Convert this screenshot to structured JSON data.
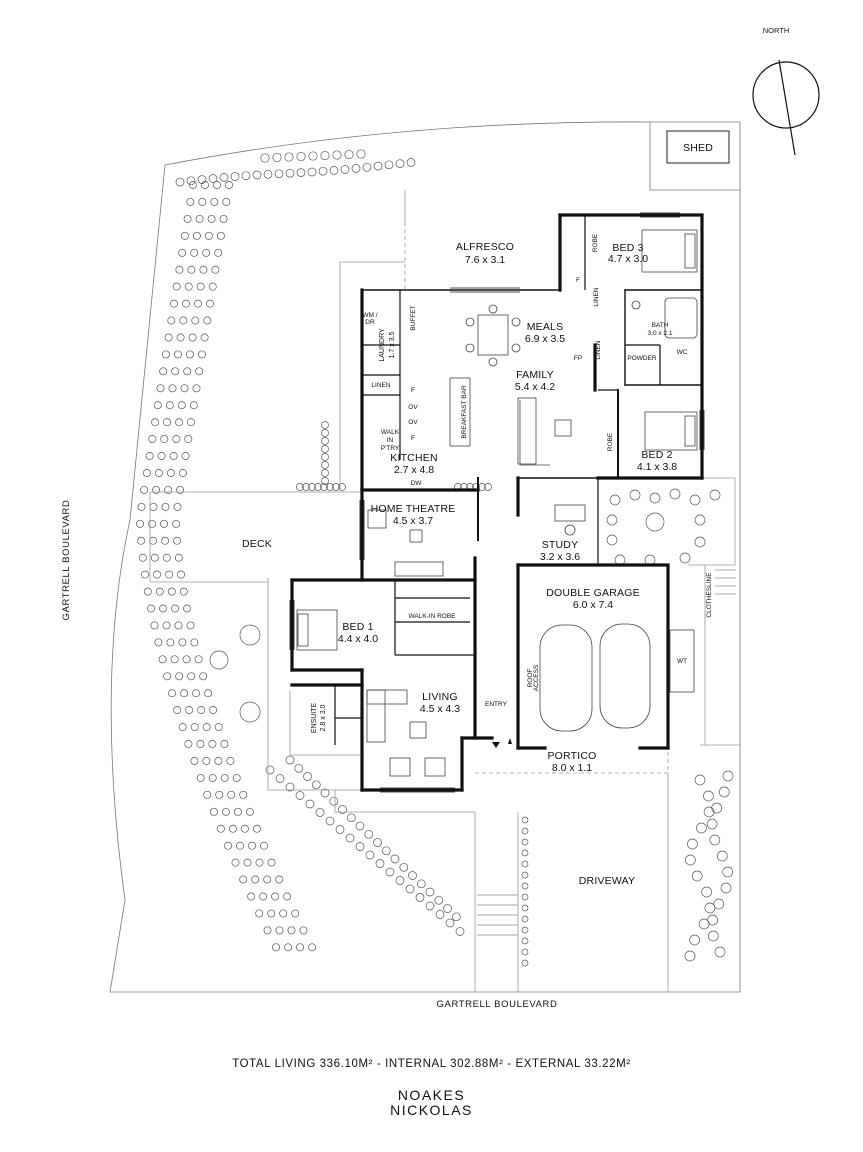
{
  "compass": {
    "label": "NORTH"
  },
  "streets": {
    "left": "GARTRELL BOULEVARD",
    "bottom": "GARTRELL BOULEVARD"
  },
  "rooms": {
    "shed": "SHED",
    "alfresco": {
      "name": "ALFRESCO",
      "dims": "7.6 x 3.1"
    },
    "bed3": {
      "name": "BED 3",
      "dims": "4.7 x 3.0"
    },
    "meals": {
      "name": "MEALS",
      "dims": "6.9 x 3.5"
    },
    "family": {
      "name": "FAMILY",
      "dims": "5.4 x 4.2"
    },
    "bath": {
      "name": "BATH",
      "dims": "3.0 x 2.1"
    },
    "powder": "POWDER",
    "wc": "WC",
    "laundry": {
      "name": "LAUNDRY",
      "dims": "1.7 x 3.5"
    },
    "kitchen": {
      "name": "KITCHEN",
      "dims": "2.7 x 4.8"
    },
    "walkin_pantry": [
      "WALK",
      "IN",
      "P'TRY"
    ],
    "bed2": {
      "name": "BED 2",
      "dims": "4.1 x 3.8"
    },
    "home_theatre": {
      "name": "HOME THEATRE",
      "dims": "4.5 x 3.7"
    },
    "study": {
      "name": "STUDY",
      "dims": "3.2 x 3.6"
    },
    "deck": "DECK",
    "double_garage": {
      "name": "DOUBLE GARAGE",
      "dims": "6.0 x 7.4"
    },
    "bed1": {
      "name": "BED 1",
      "dims": "4.4 x 4.0"
    },
    "walkin_robe": "WALK-IN ROBE",
    "ensuite": {
      "name": "ENSUITE",
      "dims": "2.8 x 3.0"
    },
    "living": {
      "name": "LIVING",
      "dims": "4.5 x 4.3"
    },
    "entry": "ENTRY",
    "portico": {
      "name": "PORTICO",
      "dims": "8.0 x 1.1"
    },
    "driveway": "DRIVEWAY"
  },
  "fixtures": {
    "robe": "ROBE",
    "linen": "LINEN",
    "buffet": "BUFFET",
    "breakfast_bar": "BREAKFAST BAR",
    "fp": "FP",
    "wm_dr": [
      "WM /",
      "DR"
    ],
    "f": "F",
    "ov": "OV",
    "dw": "DW",
    "roof_access": [
      "ROOF",
      "ACCESS"
    ],
    "wt": "WT",
    "clothesline": "CLOTHESLINE"
  },
  "area_summary": "TOTAL LIVING 336.10M² - INTERNAL 302.88M² - EXTERNAL 33.22M²",
  "agents": [
    "NOAKES",
    "NICKOLAS"
  ]
}
